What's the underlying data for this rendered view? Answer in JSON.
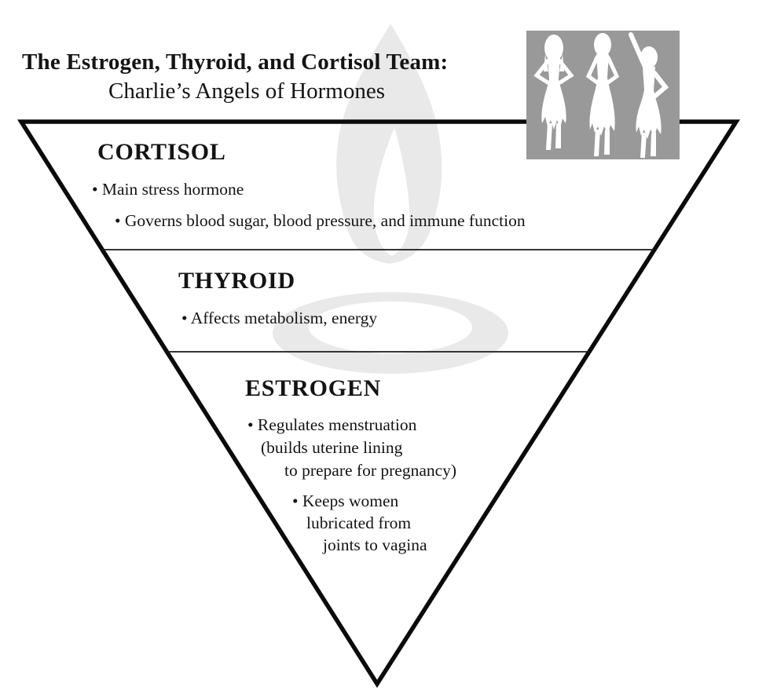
{
  "header": {
    "title": "The Estrogen, Thyroid, and Cortisol Team:",
    "subtitle": "Charlie’s Angels of Hormones"
  },
  "photo": {
    "description": "three-women-silhouettes",
    "background_color": "#999999",
    "silhouette_color": "#ffffff"
  },
  "watermark": {
    "description": "flame-over-dish-logo",
    "color": "#e9e9e9"
  },
  "pyramid": {
    "outline_color": "#0b0b0b",
    "divider_color": "#1a1a1a",
    "sections": [
      {
        "heading": "CORTISOL",
        "bullets": [
          "• Main stress hormone",
          "• Governs blood sugar, blood pressure, and immune function"
        ]
      },
      {
        "heading": "THYROID",
        "bullets": [
          "• Affects metabolism, energy"
        ]
      },
      {
        "heading": "ESTROGEN",
        "lines": [
          "• Regulates menstruation",
          "(builds uterine lining",
          "to prepare for pregnancy)",
          "• Keeps women",
          "lubricated from",
          "joints to vagina"
        ]
      }
    ]
  }
}
